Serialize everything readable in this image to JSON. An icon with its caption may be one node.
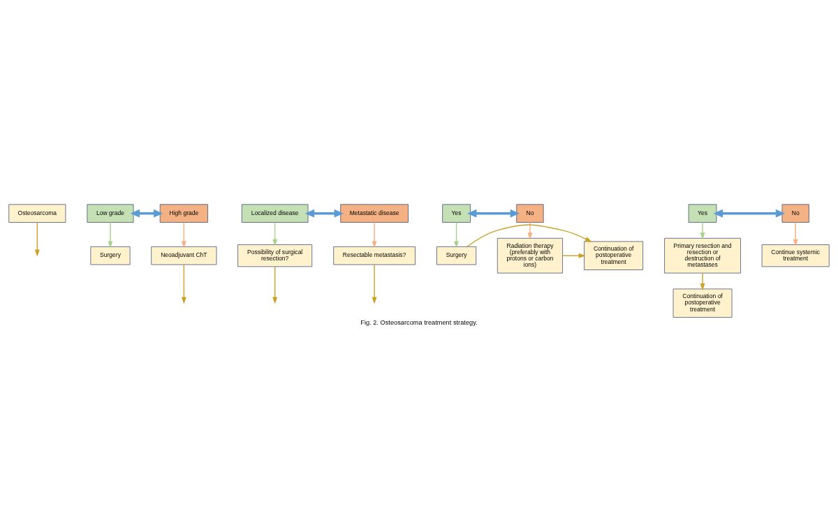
{
  "diagram": {
    "caption": "Fig. 2. Osteosarcoma treatment strategy.",
    "nodes": [
      {
        "text": [
          "Osteosarcoma"
        ]
      },
      {
        "text": [
          "Low grade"
        ]
      },
      {
        "text": [
          "High grade"
        ]
      },
      {
        "text": [
          "Surgery"
        ]
      },
      {
        "text": [
          "Neoadjuvant ChT"
        ]
      },
      {
        "text": [
          "Localized disease"
        ]
      },
      {
        "text": [
          "Metastatic disease"
        ]
      },
      {
        "text": [
          "Possibility of surgical resection?"
        ]
      },
      {
        "text": [
          "Resectable metastasis?"
        ]
      },
      {
        "text": [
          "Yes"
        ]
      },
      {
        "text": [
          "No"
        ]
      },
      {
        "text": [
          "Yes"
        ]
      },
      {
        "text": [
          "No"
        ]
      },
      {
        "text": [
          "Surgery"
        ]
      },
      {
        "text": [
          "Continuation of postoperative treatment"
        ]
      },
      {
        "text": [
          "Radiation therapy (preferably with protons or carbon ions)"
        ]
      },
      {
        "text": [
          "Primary resection and resection or destruction of metastases"
        ]
      },
      {
        "text": [
          "Continue systemic treatment"
        ]
      },
      {
        "text": [
          "Continuation of postoperative treatment"
        ]
      }
    ],
    "edges": [
      {
        "from": 0,
        "to": null,
        "arrow": "to"
      },
      {
        "from": 1,
        "to": 2,
        "arrow": "both",
        "style": "thick",
        "color": "#5b9bd5"
      },
      {
        "from": 1,
        "to": 3,
        "arrow": "to",
        "color": "#a9d18e"
      },
      {
        "from": 2,
        "to": 4,
        "arrow": "to",
        "color": "#f4b183"
      },
      {
        "from": 4,
        "to": null,
        "arrow": "to"
      },
      {
        "from": 5,
        "to": 6,
        "arrow": "both",
        "style": "thick",
        "color": "#5b9bd5"
      },
      {
        "from": 5,
        "to": 7,
        "arrow": "to",
        "color": "#a9d18e"
      },
      {
        "from": 6,
        "to": 8,
        "arrow": "to",
        "color": "#f4b183"
      },
      {
        "from": 7,
        "to": null,
        "arrow": "to"
      },
      {
        "from": 9,
        "to": 10,
        "arrow": "both",
        "style": "thick",
        "color": "#5b9bd5"
      },
      {
        "from": 8,
        "to": null,
        "arrow": "to"
      },
      {
        "from": 11,
        "to": 12,
        "arrow": "both",
        "style": "thick",
        "color": "#5b9bd5"
      },
      {
        "from": 9,
        "to": 13,
        "arrow": "to",
        "color": "#a9d18e"
      },
      {
        "from": 10,
        "to": 15,
        "arrow": "to",
        "color": "#f4b183"
      },
      {
        "from": 11,
        "to": 16,
        "arrow": "to",
        "color": "#a9d18e"
      },
      {
        "from": 12,
        "to": 17,
        "arrow": "to",
        "color": "#f4b183"
      },
      {
        "from": 13,
        "to": 14,
        "arrow": "to"
      },
      {
        "from": 15,
        "to": 14,
        "arrow": "to"
      },
      {
        "from": 16,
        "to": 18,
        "arrow": "to"
      }
    ]
  }
}
